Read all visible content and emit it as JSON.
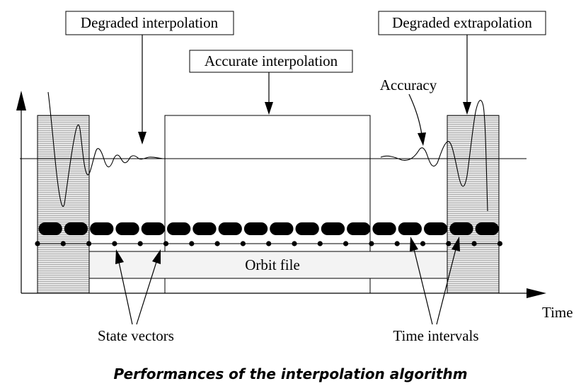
{
  "labels": {
    "degraded_interpolation": "Degraded interpolation",
    "accurate_interpolation": "Accurate interpolation",
    "degraded_extrapolation": "Degraded extrapolation",
    "accuracy": "Accuracy",
    "orbit_file": "Orbit file",
    "time": "Time",
    "state_vectors": "State vectors",
    "time_intervals": "Time intervals"
  },
  "caption": "Performances of the interpolation algorithm"
}
